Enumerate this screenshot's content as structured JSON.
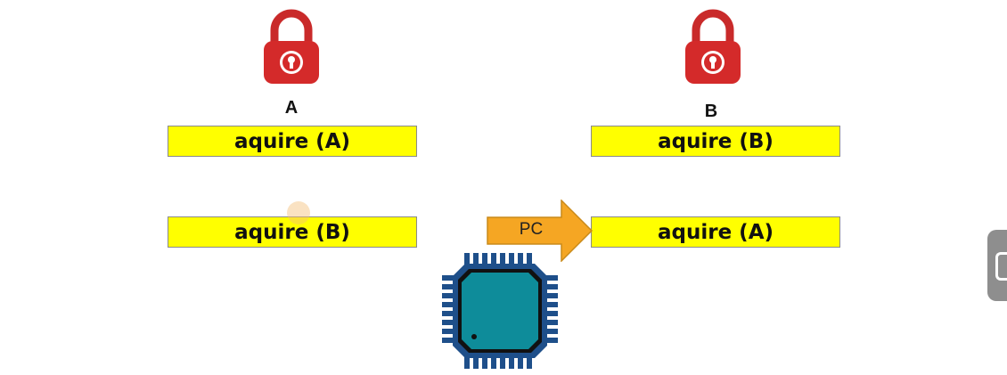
{
  "locks": [
    {
      "label": "A",
      "color": "#d42a2a"
    },
    {
      "label": "B",
      "color": "#d42a2a"
    }
  ],
  "thread_left": {
    "steps": [
      "aquire (A)",
      "aquire (B)"
    ]
  },
  "thread_right": {
    "steps": [
      "aquire (B)",
      "aquire (A)"
    ]
  },
  "program_counter": {
    "label": "PC",
    "color": "#f5a623"
  },
  "cpu": {
    "icon": "cpu-chip-icon",
    "color": "#0e8c9a"
  },
  "colors": {
    "bar_fill": "#ffff00",
    "bar_border": "#8a8a8a"
  }
}
